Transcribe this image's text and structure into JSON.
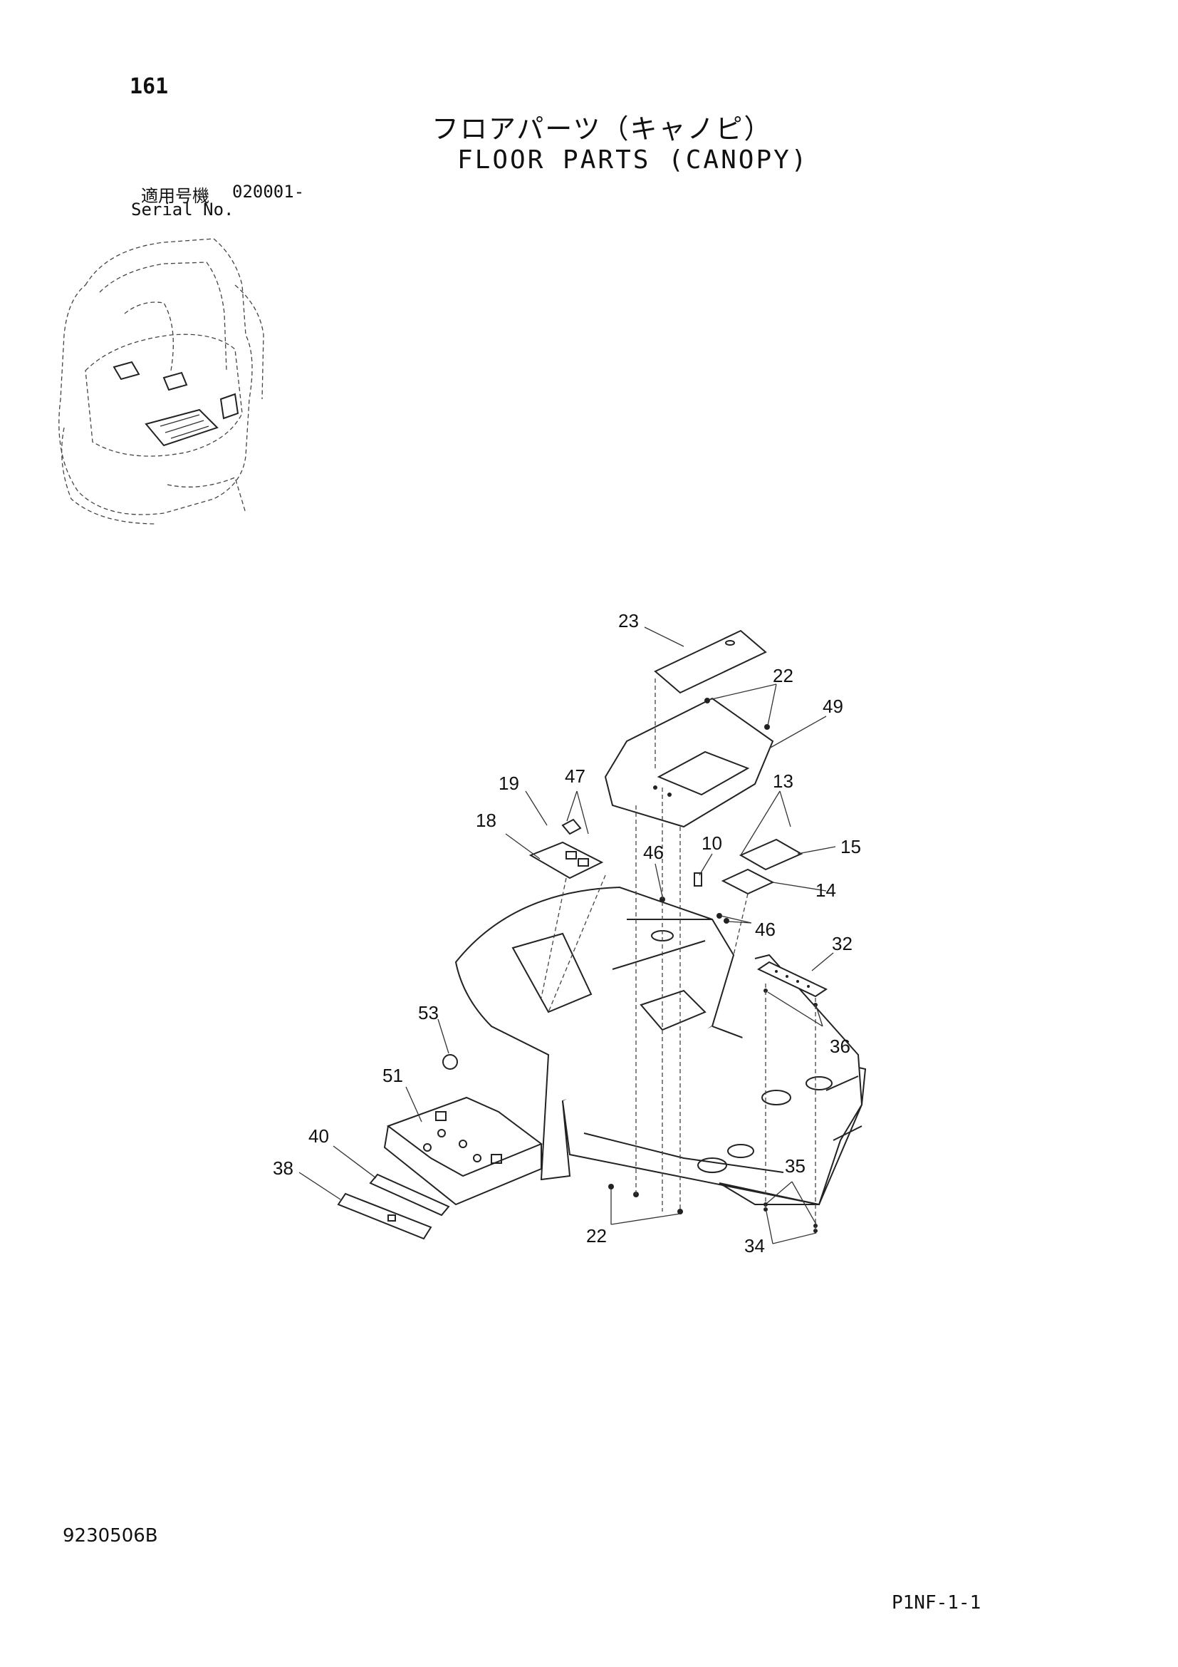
{
  "header": {
    "page_number": "161",
    "title_ja": "フロアパーツ（キャノピ）",
    "title_en": "FLOOR PARTS (CANOPY)",
    "serial_label_ja": "適用号機",
    "serial_value": "020001-",
    "serial_label_en": "Serial No."
  },
  "callouts": {
    "c23": "23",
    "c22a": "22",
    "c49": "49",
    "c19": "19",
    "c47": "47",
    "c18": "18",
    "c13": "13",
    "c46a": "46",
    "c10": "10",
    "c15": "15",
    "c14": "14",
    "c46b": "46",
    "c32": "32",
    "c53": "53",
    "c36": "36",
    "c51": "51",
    "c40": "40",
    "c38": "38",
    "c35": "35",
    "c22b": "22",
    "c34": "34"
  },
  "footer": {
    "doc_code": "9230506B",
    "page_code": "P1NF-1-1"
  }
}
